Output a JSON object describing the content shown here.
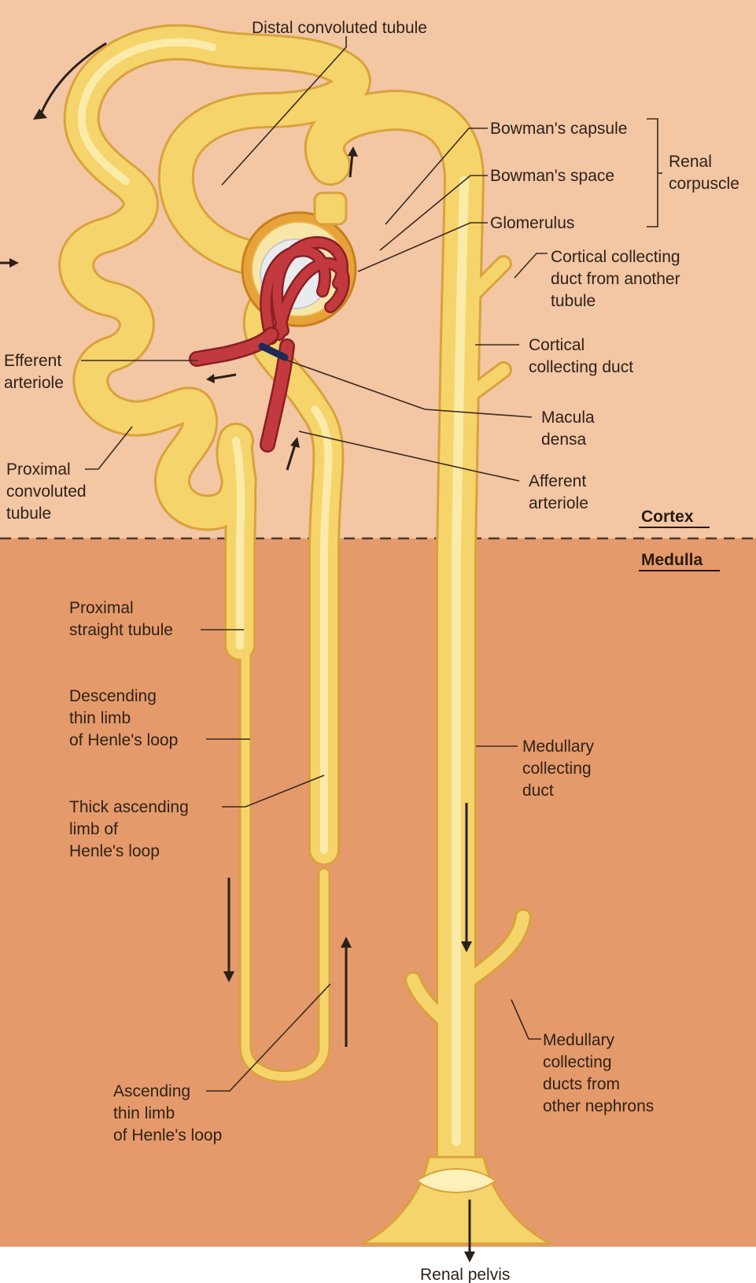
{
  "regions": {
    "cortex": "Cortex",
    "medulla": "Medulla"
  },
  "labels": {
    "distal_convoluted_tubule": "Distal convoluted tubule",
    "bowmans_capsule": "Bowman's capsule",
    "bowmans_space": "Bowman's space",
    "glomerulus": "Glomerulus",
    "renal_corpuscle": [
      "Renal",
      "corpuscle"
    ],
    "cortical_collecting_duct_other": [
      "Cortical collecting",
      "duct from another",
      "tubule"
    ],
    "cortical_collecting_duct": [
      "Cortical",
      "collecting duct"
    ],
    "efferent_arteriole": [
      "Efferent",
      "arteriole"
    ],
    "macula_densa": [
      "Macula",
      "densa"
    ],
    "afferent_arteriole": [
      "Afferent",
      "arteriole"
    ],
    "proximal_convoluted_tubule": [
      "Proximal",
      "convoluted",
      "tubule"
    ],
    "proximal_straight_tubule": [
      "Proximal",
      "straight tubule"
    ],
    "descending_thin_limb": [
      "Descending",
      "thin limb",
      "of Henle's loop"
    ],
    "medullary_collecting_duct": [
      "Medullary",
      "collecting",
      "duct"
    ],
    "thick_ascending_limb": [
      "Thick ascending",
      "limb of",
      "Henle's loop"
    ],
    "medullary_collecting_ducts_other": [
      "Medullary",
      "collecting",
      "ducts from",
      "other nephrons"
    ],
    "ascending_thin_limb": [
      "Ascending",
      "thin limb",
      "of Henle's loop"
    ],
    "renal_pelvis": "Renal pelvis"
  },
  "colors": {
    "cortex": "#f3c6a4",
    "medulla": "#e59a6b",
    "tubule": "#f6d46c",
    "tubule_edge": "#d9a23c",
    "capsule": "#e8a23a",
    "vessel": "#c33a3e",
    "macula_densa": "#1c2a5a"
  }
}
